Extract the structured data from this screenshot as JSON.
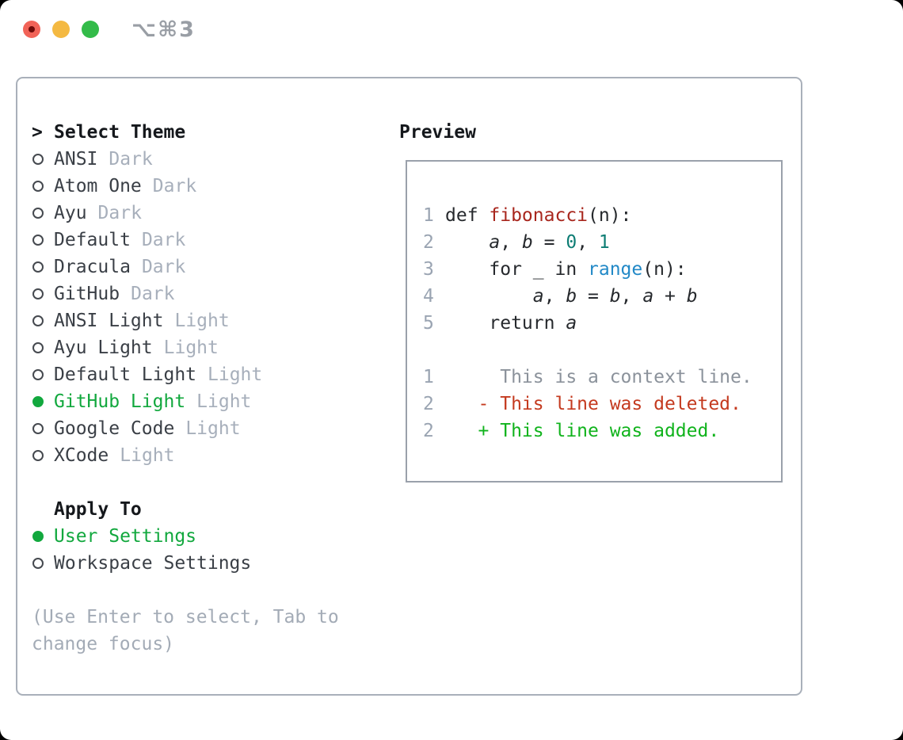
{
  "window": {
    "title": "⌥⌘3"
  },
  "traffic_lights": {
    "red": "#f16358",
    "red_dot": "#6f0b09",
    "yellow": "#f4b942",
    "green": "#33bb49"
  },
  "colors": {
    "accent_green": "#12a83e",
    "syntax_function_red": "#a8261d",
    "syntax_number_teal": "#0e7d74",
    "syntax_builtin_blue": "#2289c7",
    "diff_context_gray": "#8b929b",
    "diff_deleted_red": "#c43a1f",
    "diff_added_green": "#10b31c"
  },
  "theme_picker": {
    "prompt": ">",
    "title": "Select Theme",
    "items": [
      {
        "label": "ANSI",
        "variant": "Dark",
        "selected": false
      },
      {
        "label": "Atom One",
        "variant": "Dark",
        "selected": false
      },
      {
        "label": "Ayu",
        "variant": "Dark",
        "selected": false
      },
      {
        "label": "Default",
        "variant": "Dark",
        "selected": false
      },
      {
        "label": "Dracula",
        "variant": "Dark",
        "selected": false
      },
      {
        "label": "GitHub",
        "variant": "Dark",
        "selected": false
      },
      {
        "label": "ANSI Light",
        "variant": "Light",
        "selected": false
      },
      {
        "label": "Ayu Light",
        "variant": "Light",
        "selected": false
      },
      {
        "label": "Default Light",
        "variant": "Light",
        "selected": false
      },
      {
        "label": "GitHub Light",
        "variant": "Light",
        "selected": true
      },
      {
        "label": "Google Code",
        "variant": "Light",
        "selected": false
      },
      {
        "label": "XCode",
        "variant": "Light",
        "selected": false
      }
    ]
  },
  "apply_to": {
    "title": "Apply To",
    "options": [
      {
        "label": "User Settings",
        "selected": true
      },
      {
        "label": "Workspace Settings",
        "selected": false
      }
    ]
  },
  "help": {
    "line1": "(Use Enter to select, Tab to",
    "line2": "change focus)"
  },
  "preview": {
    "title": "Preview",
    "lines": [
      {
        "n": "1",
        "segs": [
          [
            "def ",
            "p"
          ],
          [
            "fibonacci",
            "fn"
          ],
          [
            "(n):",
            "p"
          ]
        ]
      },
      {
        "n": "2",
        "segs": [
          [
            "    ",
            "p"
          ],
          [
            "a",
            "v"
          ],
          [
            ", ",
            "p"
          ],
          [
            "b",
            "v"
          ],
          [
            " = ",
            "p"
          ],
          [
            "0",
            "n"
          ],
          [
            ", ",
            "p"
          ],
          [
            "1",
            "n"
          ]
        ]
      },
      {
        "n": "3",
        "segs": [
          [
            "    for _ in ",
            "p"
          ],
          [
            "range",
            "b"
          ],
          [
            "(n):",
            "p"
          ]
        ]
      },
      {
        "n": "4",
        "segs": [
          [
            "        ",
            "p"
          ],
          [
            "a",
            "v"
          ],
          [
            ", ",
            "p"
          ],
          [
            "b",
            "v"
          ],
          [
            " = ",
            "p"
          ],
          [
            "b",
            "v"
          ],
          [
            ", ",
            "p"
          ],
          [
            "a",
            "v"
          ],
          [
            " + ",
            "p"
          ],
          [
            "b",
            "v"
          ]
        ]
      },
      {
        "n": "5",
        "segs": [
          [
            "    return ",
            "p"
          ],
          [
            "a",
            "v"
          ]
        ]
      },
      {
        "n": "",
        "segs": []
      },
      {
        "n": "1",
        "segs": [
          [
            "     This is a context line.",
            "ctx"
          ]
        ]
      },
      {
        "n": "2",
        "segs": [
          [
            "   - This line was deleted.",
            "del"
          ]
        ]
      },
      {
        "n": "2",
        "segs": [
          [
            "   + This line was added.",
            "add"
          ]
        ]
      }
    ]
  }
}
